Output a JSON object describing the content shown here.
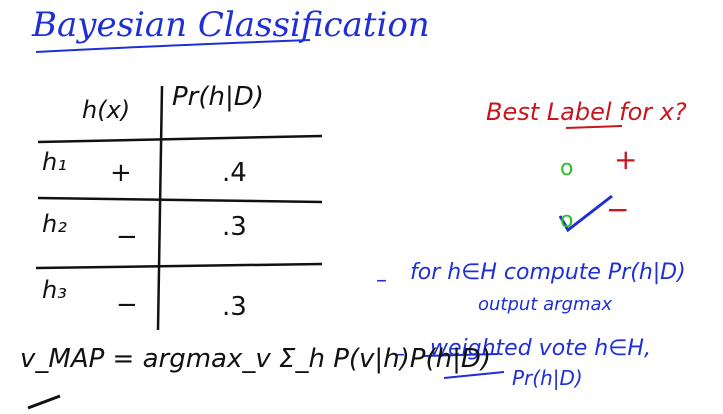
{
  "title": "Bayesian Classification",
  "table": {
    "headers": [
      "h(x)",
      "Pr(h|D)"
    ],
    "rows": [
      {
        "h": "h₁",
        "label": "+",
        "prob": ".4"
      },
      {
        "h": "h₂",
        "label": "−",
        "prob": ".3"
      },
      {
        "h": "h₃",
        "label": "−",
        "prob": ".3"
      }
    ]
  },
  "question": "Best Label for x?",
  "options": [
    {
      "label": "+",
      "marker": "o"
    },
    {
      "label": "−",
      "marker": "o"
    }
  ],
  "bullets": [
    {
      "dash": "–",
      "line1": "for h∈H compute Pr(h|D)",
      "line2": "output argmax"
    },
    {
      "dash": "–",
      "line1": "weighted vote h∈H,",
      "line2": "Pr(h|D)"
    }
  ],
  "formula": "v_MAP = argmax_v Σ_h P(v|h)P(h|D)",
  "colors": {
    "ink_blue": "#1f2fd6",
    "ink_black": "#111111",
    "ink_red": "#c8161d",
    "ink_green": "#2fbf2f"
  }
}
